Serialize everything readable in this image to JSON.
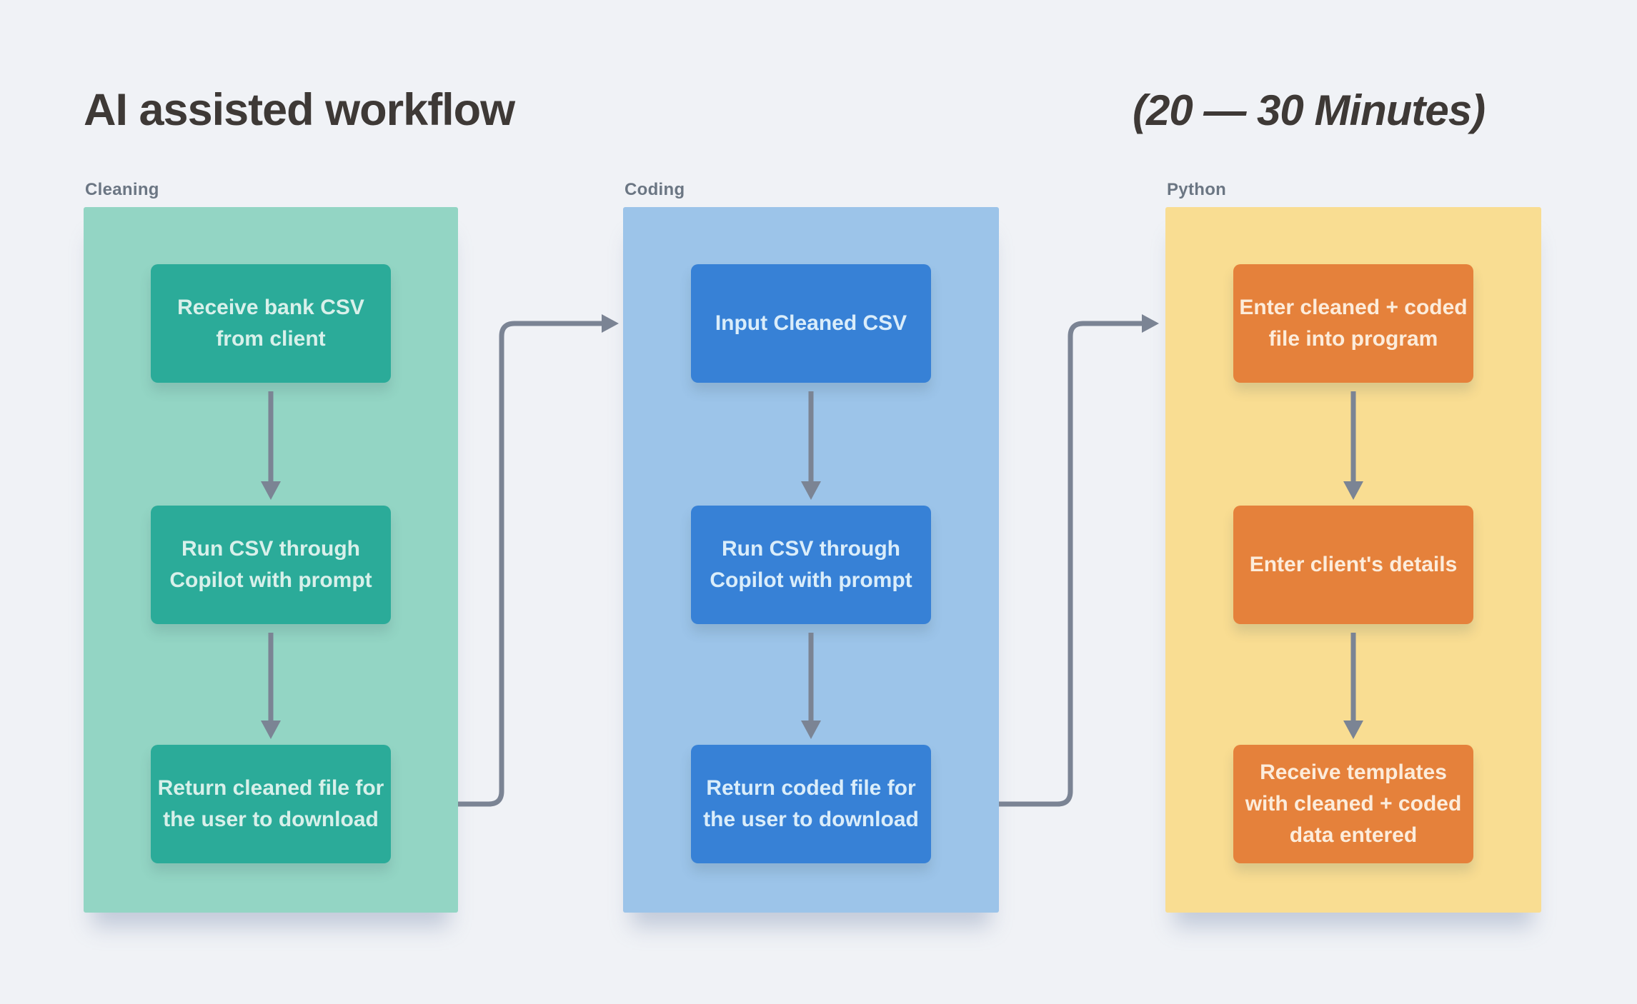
{
  "page": {
    "title": "AI assisted workflow",
    "duration": "(20 — 30 Minutes)"
  },
  "colors": {
    "page_bg": "#f0f2f6",
    "title_text": "#3e3936",
    "label_text": "#6b7683",
    "arrow": "#7b8494",
    "cleaning_bg": "#93d5c4",
    "cleaning_box": "#2bab99",
    "cleaning_box_text": "#d8f0ea",
    "coding_bg": "#9cc4e9",
    "coding_box": "#3781d6",
    "coding_box_text": "#daedfa",
    "python_bg": "#f9dd92",
    "python_box": "#e5813b",
    "python_box_text": "#fcecdb"
  },
  "columns": [
    {
      "label": "Cleaning",
      "steps": [
        [
          "Receive bank CSV",
          "from client"
        ],
        [
          "Run CSV through",
          "Copilot with prompt"
        ],
        [
          "Return cleaned file for",
          "the user to download"
        ]
      ]
    },
    {
      "label": "Coding",
      "steps": [
        [
          "Input Cleaned CSV"
        ],
        [
          "Run CSV through",
          "Copilot with prompt"
        ],
        [
          "Return coded file for",
          "the user to download"
        ]
      ]
    },
    {
      "label": "Python",
      "steps": [
        [
          "Enter cleaned + coded",
          "file into program"
        ],
        [
          "Enter client's details"
        ],
        [
          "Receive templates",
          "with cleaned + coded",
          "data entered"
        ]
      ]
    }
  ]
}
